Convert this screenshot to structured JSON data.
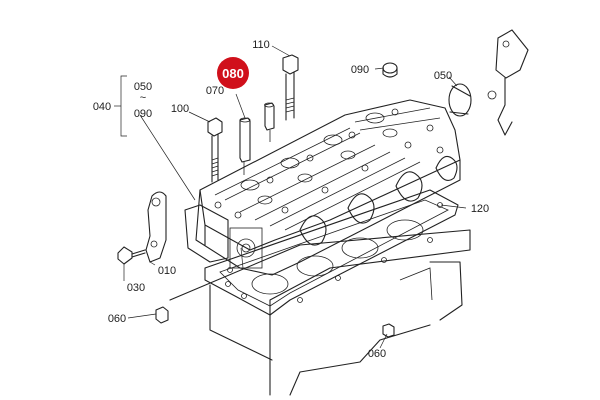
{
  "diagram": {
    "highlight_color": "#d0101b",
    "line_color": "#222222",
    "callouts": {
      "c110": "110",
      "c080": "080",
      "c070": "070",
      "c090a": "090",
      "c050a": "050",
      "c040": "040",
      "c050b": "050",
      "c090b": "090",
      "c100": "100",
      "c120": "120",
      "c010": "010",
      "c030": "030",
      "c060a": "060",
      "c060b": "060"
    },
    "highlighted_part": "080"
  }
}
